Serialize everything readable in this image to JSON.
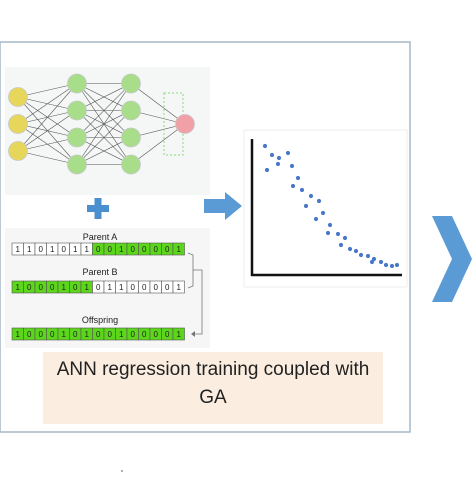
{
  "caption": {
    "line1": "ANN regression training coupled with",
    "line2": "GA"
  },
  "ga": {
    "parent_a": {
      "label": "Parent A",
      "bits": [
        "1",
        "1",
        "0",
        "1",
        "0",
        "1",
        "1",
        "0",
        "0",
        "1",
        "0",
        "0",
        "0",
        "0",
        "1"
      ],
      "highlight": [
        false,
        false,
        false,
        false,
        false,
        false,
        false,
        true,
        true,
        true,
        true,
        true,
        true,
        true,
        true
      ]
    },
    "parent_b": {
      "label": "Parent B",
      "bits": [
        "1",
        "0",
        "0",
        "0",
        "1",
        "0",
        "1",
        "0",
        "1",
        "1",
        "0",
        "0",
        "0",
        "0",
        "1"
      ],
      "highlight": [
        true,
        true,
        true,
        true,
        true,
        true,
        true,
        false,
        false,
        false,
        false,
        false,
        false,
        false,
        false
      ]
    },
    "offspring": {
      "label": "Offspring",
      "bits": [
        "1",
        "0",
        "0",
        "0",
        "1",
        "0",
        "1",
        "0",
        "0",
        "1",
        "0",
        "0",
        "0",
        "0",
        "1"
      ],
      "highlight": [
        true,
        true,
        true,
        true,
        true,
        true,
        true,
        true,
        true,
        true,
        true,
        true,
        true,
        true,
        true
      ]
    }
  },
  "neural_net": {
    "layers": [
      3,
      4,
      4,
      1
    ]
  },
  "colors": {
    "frame_border": "#a6b8c8",
    "arrow": "#5b9bd5",
    "plus": "#4a90d0",
    "gene_green": "#5cd61a",
    "caption_bg": "#fbeee0",
    "scatter_point": "#4a78c8",
    "input_node": "#e6d65a",
    "hidden_node": "#a8de8a",
    "output_node": "#f2a0a8"
  }
}
